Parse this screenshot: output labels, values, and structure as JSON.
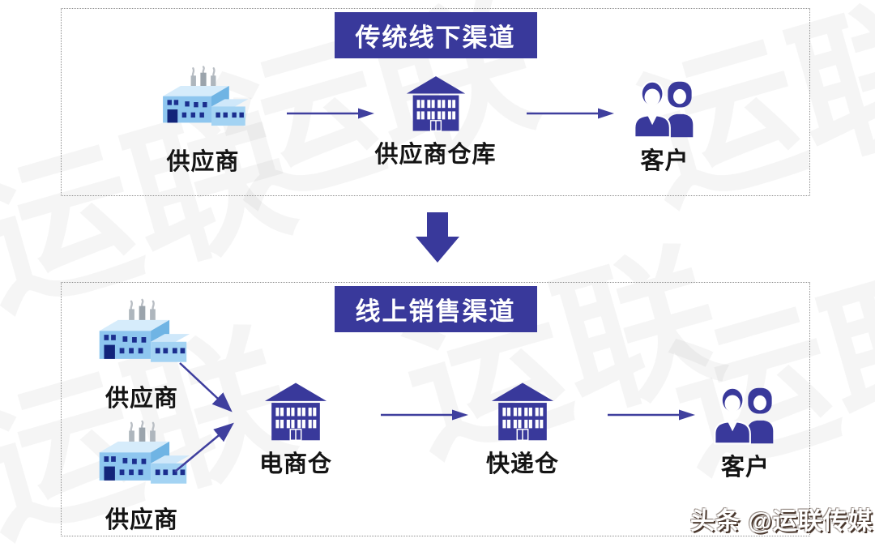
{
  "page": {
    "footer_credit": "头条 @运联传媒",
    "watermark_text": "运联"
  },
  "colors": {
    "accent_indigo": "#39399b",
    "arrow": "#3f3f9e",
    "factory_light_blue": "#8ec6ef",
    "factory_window_navy": "#1b2e8e",
    "label_text": "#141414",
    "box_border": "#8f8f8f",
    "footer_text": "#ffffff"
  },
  "top_section": {
    "title": "传统线下渠道",
    "nodes": [
      {
        "type": "factory",
        "label": "供应商"
      },
      {
        "type": "warehouse",
        "label": "供应商仓库"
      },
      {
        "type": "customers",
        "label": "客户"
      }
    ]
  },
  "bottom_section": {
    "title": "线上销售渠道",
    "suppliers": [
      {
        "type": "factory",
        "label": "供应商"
      },
      {
        "type": "factory",
        "label": "供应商"
      }
    ],
    "nodes": [
      {
        "type": "warehouse",
        "label": "电商仓"
      },
      {
        "type": "warehouse",
        "label": "快递仓"
      },
      {
        "type": "customers",
        "label": "客户"
      }
    ]
  }
}
